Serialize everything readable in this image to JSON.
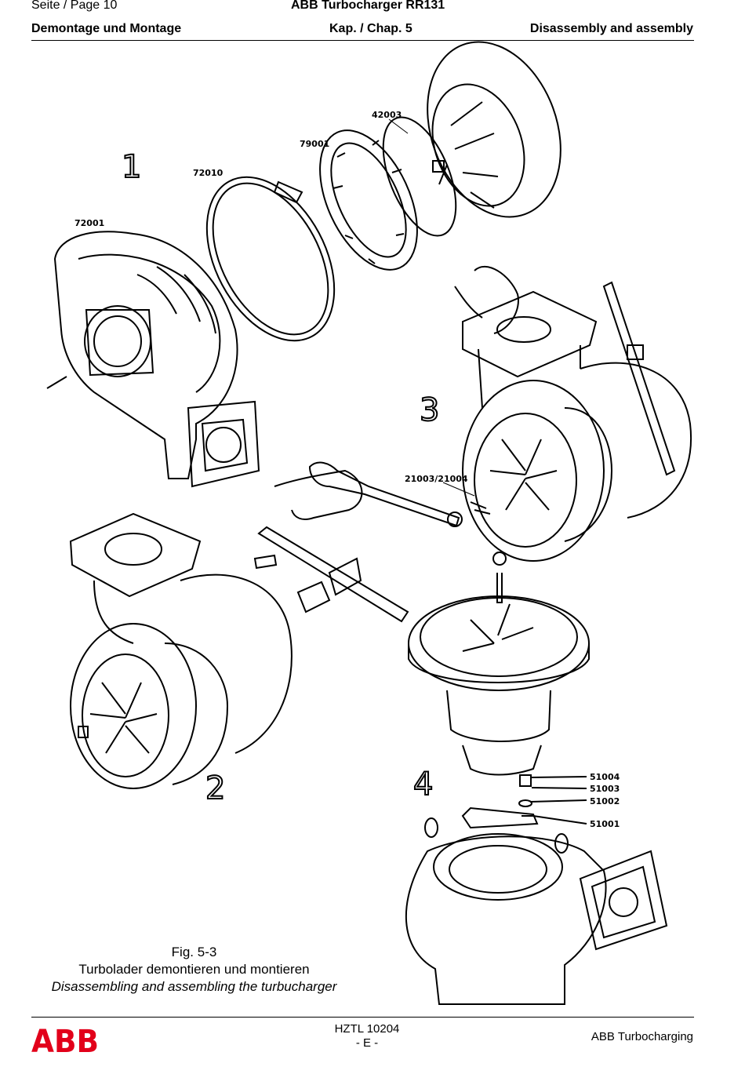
{
  "header": {
    "page_label": "Seite / Page  10",
    "product": "ABB Turbocharger RR131",
    "section_de": "Demontage und Montage",
    "chapter": "Kap. / Chap. 5",
    "section_en": "Disassembly and assembly"
  },
  "figure": {
    "step_numbers": [
      "1",
      "2",
      "3",
      "4"
    ],
    "part_labels": {
      "p42003": "42003",
      "p79001": "79001",
      "p72010": "72010",
      "p72001": "72001",
      "p21003": "21003/21004",
      "p51004": "51004",
      "p51003": "51003",
      "p51002": "51002",
      "p51001": "51001"
    },
    "caption": {
      "fig": "Fig. 5-3",
      "de": "Turbolader demontieren und montieren",
      "en": "Disassembling and assembling the turbucharger"
    }
  },
  "footer": {
    "logo": "ABB",
    "doc_id": "HZTL 10204",
    "edition": "- E -",
    "company": "ABB Turbocharging"
  },
  "colors": {
    "logo_red": "#e2001a",
    "ink": "#000000"
  }
}
